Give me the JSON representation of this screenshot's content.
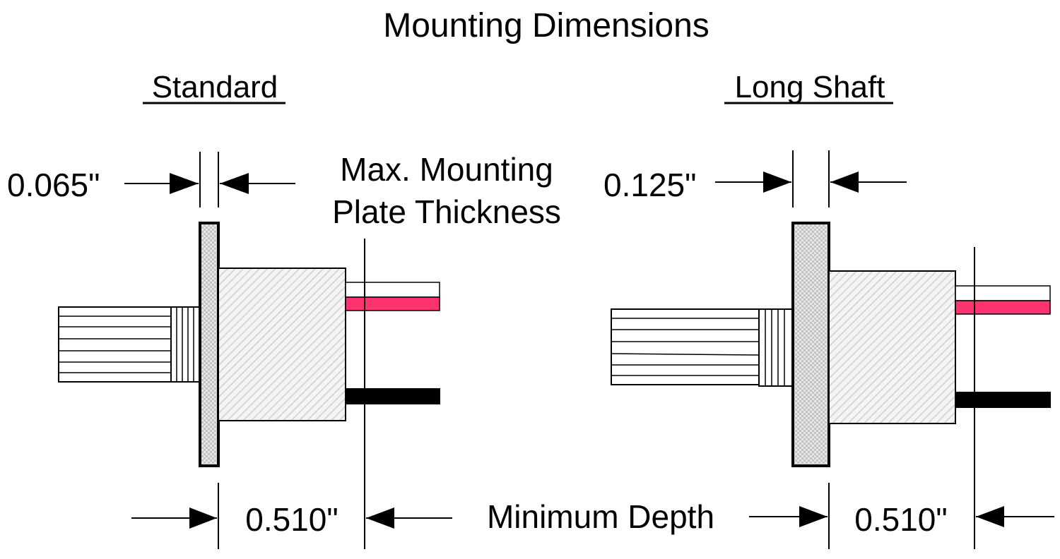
{
  "title": "Mounting Dimensions",
  "views": {
    "standard": {
      "heading": "Standard",
      "plate_thickness": "0.065\"",
      "min_depth": "0.510\""
    },
    "long_shaft": {
      "heading": "Long Shaft",
      "plate_thickness": "0.125\"",
      "min_depth": "0.510\""
    }
  },
  "plate_caption_line1": "Max. Mounting",
  "plate_caption_line2": "Plate Thickness",
  "depth_caption": "Minimum Depth",
  "colors": {
    "line": "#000000",
    "red_wire": "#ff3370",
    "black_wire": "#000000",
    "body_fill": "#f0f0f0",
    "plate_fill": "#d8d8d8"
  }
}
